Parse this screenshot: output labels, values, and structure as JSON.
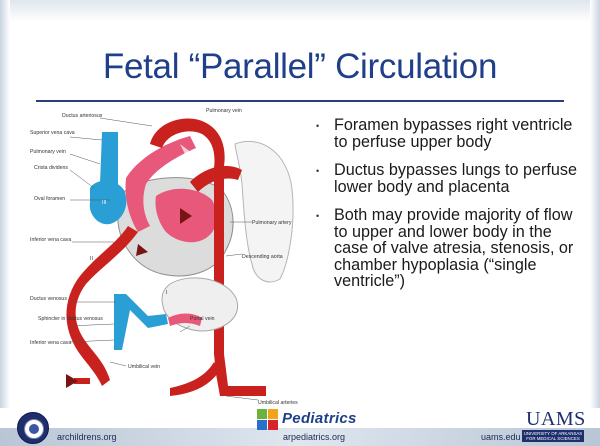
{
  "slide": {
    "title": "Fetal “Parallel” Circulation"
  },
  "bullets": [
    "Foramen bypasses right ventricle to perfuse upper body",
    "Ductus bypasses lungs to perfuse lower body and placenta",
    "Both may provide majority of flow to upper and lower body in the case of valve atresia, stenosis, or chamber hypoplasia (“single ventricle”)"
  ],
  "diagram": {
    "labels": {
      "ductus_arteriosus": "Ductus arteriosus",
      "pulmonary_vein_top": "Pulmonary vein",
      "superior_vena_cava": "Superior vena cava",
      "pulmonary_vein_left": "Pulmonary vein",
      "crista_dividens": "Crista dividens",
      "oval_foramen": "Oval foramen",
      "pulmonary_artery": "Pulmonary artery",
      "inferior_vena_cava": "Inferior vena cava",
      "descending_aorta": "Descending aorta",
      "ductus_venosus": "Ductus venosus",
      "sphincter": "Sphincter in ductus venosus",
      "portal_vein": "Portal vein",
      "inferior_vena_cava_low": "Inferior vena cava",
      "umbilical_vein": "Umbilical vein",
      "umbilical_arteries": "Umbilical arteries",
      "roman_ii": "II",
      "roman_i": "I",
      "roman_iii": "III"
    }
  },
  "footer": {
    "left_url": "archildrens.org",
    "center_url": "arpediatrics.org",
    "center_logo": "Pediatrics",
    "right_url": "uams.edu",
    "right_logo": "UAMS",
    "right_sub_1": "UNIVERSITY OF ARKANSAS",
    "right_sub_2": "FOR MEDICAL SCIENCES"
  },
  "colors": {
    "title": "#1f3f8a",
    "artery_red": "#c9211e",
    "vein_blue": "#2a9fd6",
    "mixed_pink": "#e8587a"
  },
  "icons": {
    "seal": "childrens-hospital-seal-icon",
    "pediatrics": "pediatrics-squares-logo"
  }
}
